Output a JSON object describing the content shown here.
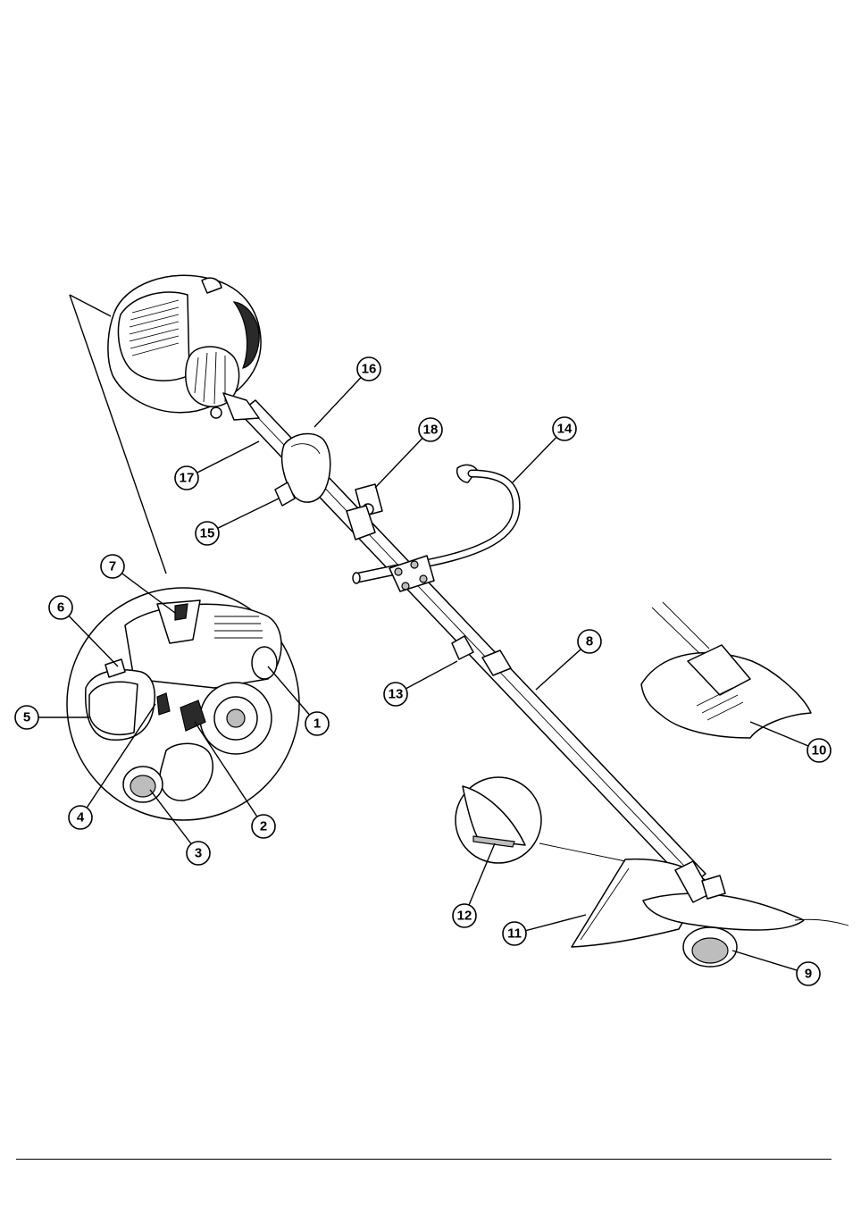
{
  "figure": {
    "callouts": [
      {
        "num": "1"
      },
      {
        "num": "2"
      },
      {
        "num": "3"
      },
      {
        "num": "4"
      },
      {
        "num": "5"
      },
      {
        "num": "6"
      },
      {
        "num": "7"
      },
      {
        "num": "8"
      },
      {
        "num": "9"
      },
      {
        "num": "10"
      },
      {
        "num": "11"
      },
      {
        "num": "12"
      },
      {
        "num": "13"
      },
      {
        "num": "14"
      },
      {
        "num": "15"
      },
      {
        "num": "16"
      },
      {
        "num": "17"
      },
      {
        "num": "18"
      }
    ]
  },
  "colors": {
    "line": "#000000",
    "background": "#ffffff",
    "shade": "#2a2a2a",
    "grey": "#bdbdbd"
  }
}
